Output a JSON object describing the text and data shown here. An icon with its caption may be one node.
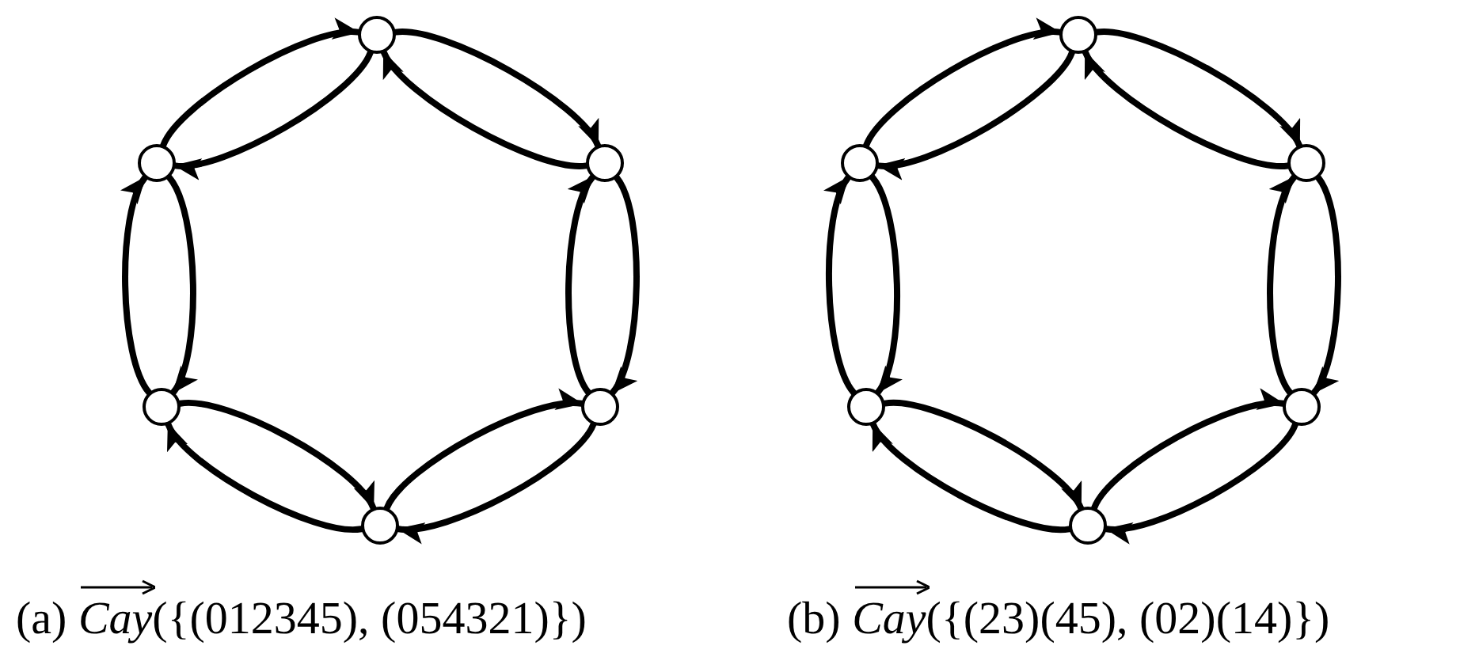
{
  "diagram": {
    "nodes": [
      {
        "text": [],
        "shape": "circle"
      },
      {
        "text": [],
        "shape": "circle"
      },
      {
        "text": [],
        "shape": "circle"
      },
      {
        "text": [],
        "shape": "circle"
      },
      {
        "text": [],
        "shape": "circle"
      },
      {
        "text": [],
        "shape": "circle"
      },
      {
        "text": [],
        "shape": "circle"
      },
      {
        "text": [],
        "shape": "circle"
      },
      {
        "text": [],
        "shape": "circle"
      },
      {
        "text": [],
        "shape": "circle"
      },
      {
        "text": [],
        "shape": "circle"
      },
      {
        "text": [],
        "shape": "circle"
      }
    ],
    "edges": [
      {
        "from": 5,
        "to": 0,
        "arrow": "to"
      },
      {
        "from": 0,
        "to": 5,
        "arrow": "to"
      },
      {
        "from": 0,
        "to": 1,
        "arrow": "to"
      },
      {
        "from": 1,
        "to": 0,
        "arrow": "to"
      },
      {
        "from": 1,
        "to": 2,
        "arrow": "to"
      },
      {
        "from": 2,
        "to": 1,
        "arrow": "to"
      },
      {
        "from": 2,
        "to": 3,
        "arrow": "to"
      },
      {
        "from": 3,
        "to": 2,
        "arrow": "to"
      },
      {
        "from": 3,
        "to": 4,
        "arrow": "to"
      },
      {
        "from": 4,
        "to": 3,
        "arrow": "to"
      },
      {
        "from": 4,
        "to": 5,
        "arrow": "to"
      },
      {
        "from": 5,
        "to": 4,
        "arrow": "to"
      },
      {
        "from": 11,
        "to": 6,
        "arrow": "to"
      },
      {
        "from": 6,
        "to": 11,
        "arrow": "to"
      },
      {
        "from": 6,
        "to": 7,
        "arrow": "to"
      },
      {
        "from": 7,
        "to": 6,
        "arrow": "to"
      },
      {
        "from": 7,
        "to": 8,
        "arrow": "to"
      },
      {
        "from": 8,
        "to": 7,
        "arrow": "to"
      },
      {
        "from": 8,
        "to": 9,
        "arrow": "to"
      },
      {
        "from": 9,
        "to": 8,
        "arrow": "to"
      },
      {
        "from": 9,
        "to": 10,
        "arrow": "to"
      },
      {
        "from": 10,
        "to": 9,
        "arrow": "to"
      },
      {
        "from": 10,
        "to": 11,
        "arrow": "to"
      },
      {
        "from": 11,
        "to": 10,
        "arrow": "to"
      }
    ],
    "labels": [
      "(a) *Cay*({(012345), (054321)})",
      "(b) *Cay*({(23)(45), (02)(14)})"
    ]
  }
}
